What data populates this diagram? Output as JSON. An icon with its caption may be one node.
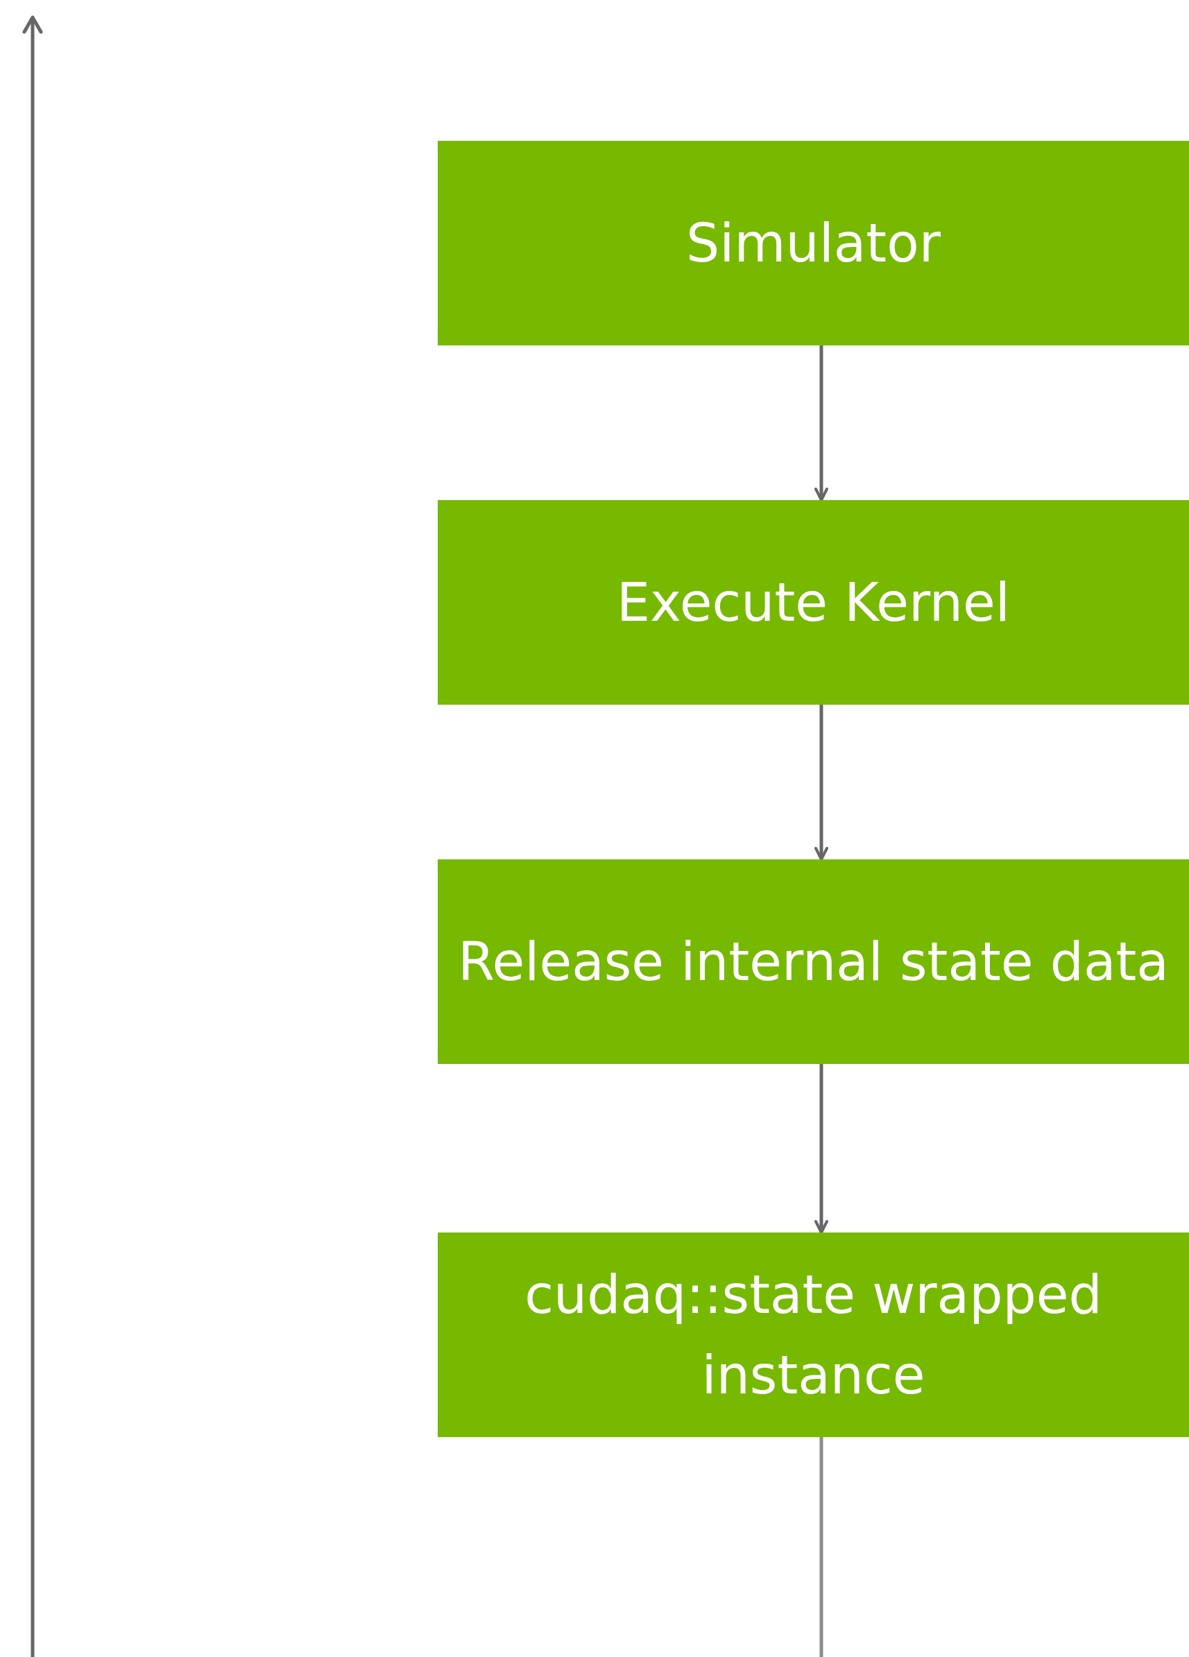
{
  "diagram": {
    "nodes": [
      {
        "text": [
          "Simulator"
        ]
      },
      {
        "text": [
          "Execute Kernel"
        ]
      },
      {
        "text": [
          "Release internal state data"
        ]
      },
      {
        "text": [
          "cudaq::state wrapped instance"
        ]
      }
    ],
    "edges": [
      {
        "from": 0,
        "to": 1,
        "arrow": "to"
      },
      {
        "from": 1,
        "to": 2,
        "arrow": "to"
      },
      {
        "from": 2,
        "to": 3,
        "arrow": "to"
      },
      {
        "from": 3,
        "to": null,
        "arrow": "none",
        "color": "#8c8c8c"
      }
    ]
  }
}
